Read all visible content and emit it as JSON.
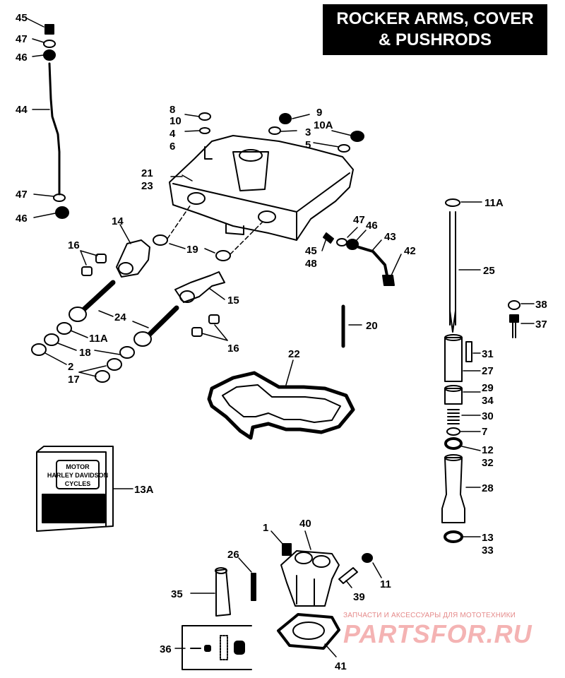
{
  "title": {
    "line1": "ROCKER ARMS, COVER",
    "line2": "& PUSHRODS"
  },
  "brand_box": {
    "line1": "MOTOR",
    "line2": "HARLEY DAVIDSON",
    "line3": "CYCLES"
  },
  "watermark": {
    "tagline": "ЗАПЧАСТИ И АКСЕССУАРЫ ДЛЯ МОТОТЕХНИКИ",
    "logo": "PARTSFOR.RU"
  },
  "callouts": {
    "c45a": "45",
    "c47a": "47",
    "c46a": "46",
    "c44": "44",
    "c47b": "47",
    "c46b": "46",
    "c8": "8",
    "c10a": "10",
    "c4": "4",
    "c6": "6",
    "c9": "9",
    "c10A": "10A",
    "c3": "3",
    "c5": "5",
    "c21": "21",
    "c23": "23",
    "c14": "14",
    "c16a": "16",
    "c19": "19",
    "c47c": "47",
    "c46c": "46",
    "c43": "43",
    "c45b": "45",
    "c48": "48",
    "c42": "42",
    "c11A_a": "11A",
    "c25": "25",
    "c24": "24",
    "c15": "15",
    "c11A_b": "11A",
    "c18": "18",
    "c2": "2",
    "c17": "17",
    "c16b": "16",
    "c20": "20",
    "c22": "22",
    "c38": "38",
    "c37": "37",
    "c31": "31",
    "c27": "27",
    "c29": "29",
    "c34": "34",
    "c30": "30",
    "c7": "7",
    "c12": "12",
    "c32": "32",
    "c13A": "13A",
    "c28": "28",
    "c13": "13",
    "c33": "33",
    "c1": "1",
    "c40": "40",
    "c26": "26",
    "c11": "11",
    "c35": "35",
    "c39": "39",
    "c36": "36",
    "c41": "41"
  }
}
